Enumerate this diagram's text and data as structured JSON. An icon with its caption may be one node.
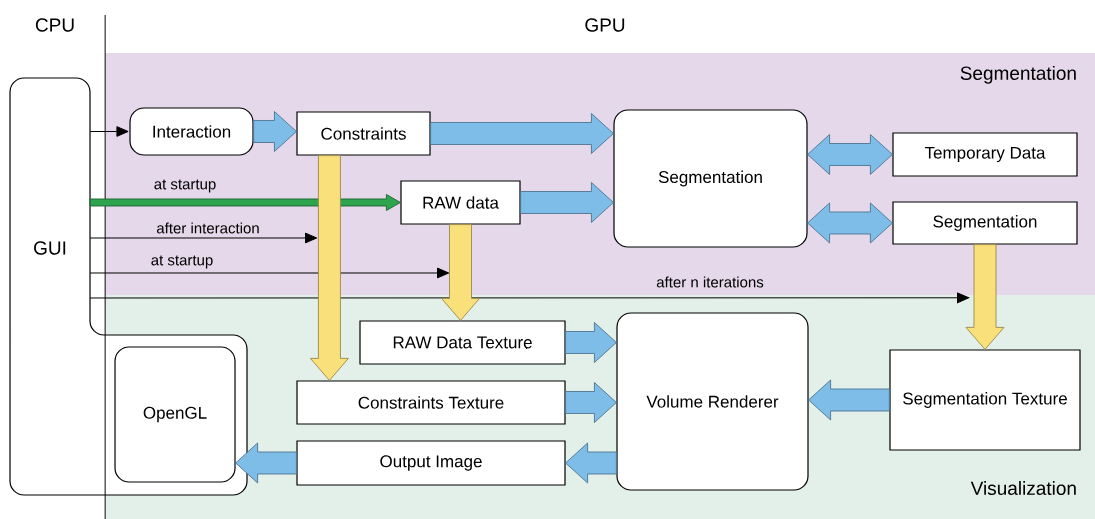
{
  "diagram": {
    "nodes": [
      {
        "text": [
          "GUI"
        ]
      },
      {
        "text": [
          "OpenGL"
        ]
      },
      {
        "text": [
          "Segmentation"
        ]
      },
      {
        "text": [
          "Interaction"
        ],
        "in": 2
      },
      {
        "text": [
          "Constraints"
        ],
        "in": 2
      },
      {
        "text": [
          "Segmentation"
        ],
        "in": 2
      },
      {
        "text": [
          "Temporary Data"
        ],
        "in": 2
      },
      {
        "text": [
          "RAW data"
        ],
        "in": 2
      },
      {
        "text": [
          "Segmentation"
        ],
        "in": 2
      },
      {
        "text": [
          "Visualization"
        ]
      },
      {
        "text": [
          "RAW Data Texture"
        ],
        "in": 9
      },
      {
        "text": [
          "Volume Renderer"
        ],
        "in": 9
      },
      {
        "text": [
          "Segmentation Texture"
        ],
        "in": 9
      },
      {
        "text": [
          "Constraints Texture"
        ],
        "in": 9
      },
      {
        "text": [
          "Output Image"
        ],
        "in": 9
      }
    ],
    "edges": [
      {
        "from": 0,
        "to": 3,
        "arrow": "to",
        "color": "#000000"
      },
      {
        "from": 3,
        "to": 4,
        "arrow": "to",
        "style": "thick"
      },
      {
        "from": 4,
        "to": 5,
        "arrow": "to",
        "style": "thick"
      },
      {
        "from": 7,
        "to": 5,
        "arrow": "to",
        "style": "thick"
      },
      {
        "from": 5,
        "to": 6,
        "arrow": "both",
        "style": "thick"
      },
      {
        "from": 5,
        "to": 8,
        "arrow": "both",
        "style": "thick"
      },
      {
        "from": 0,
        "to": 7,
        "arrow": "to",
        "label": "at startup",
        "style": "thick",
        "color": "#2ea44f"
      },
      {
        "from": 0,
        "to": null,
        "arrow": "to",
        "label": "after interaction",
        "color": "#000000"
      },
      {
        "from": 0,
        "to": null,
        "arrow": "to",
        "label": "at startup",
        "color": "#000000"
      },
      {
        "from": 0,
        "to": 9,
        "arrow": "to",
        "label": "after n iterations",
        "color": "#000000"
      },
      {
        "from": 4,
        "to": 13,
        "arrow": "to",
        "style": "thick",
        "color": "#f9e07a"
      },
      {
        "from": 7,
        "to": 10,
        "arrow": "to",
        "style": "thick",
        "color": "#f9e07a"
      },
      {
        "from": 8,
        "to": 12,
        "arrow": "to",
        "style": "thick",
        "color": "#f9e07a"
      },
      {
        "from": 10,
        "to": 11,
        "arrow": "to",
        "style": "thick"
      },
      {
        "from": 13,
        "to": 11,
        "arrow": "to",
        "style": "thick"
      },
      {
        "from": 12,
        "to": 11,
        "arrow": "to",
        "style": "thick"
      },
      {
        "from": 11,
        "to": 14,
        "arrow": "to",
        "style": "thick"
      },
      {
        "from": 14,
        "to": 1,
        "arrow": "to",
        "style": "thick"
      }
    ],
    "labels": [
      "CPU",
      "GPU"
    ]
  }
}
